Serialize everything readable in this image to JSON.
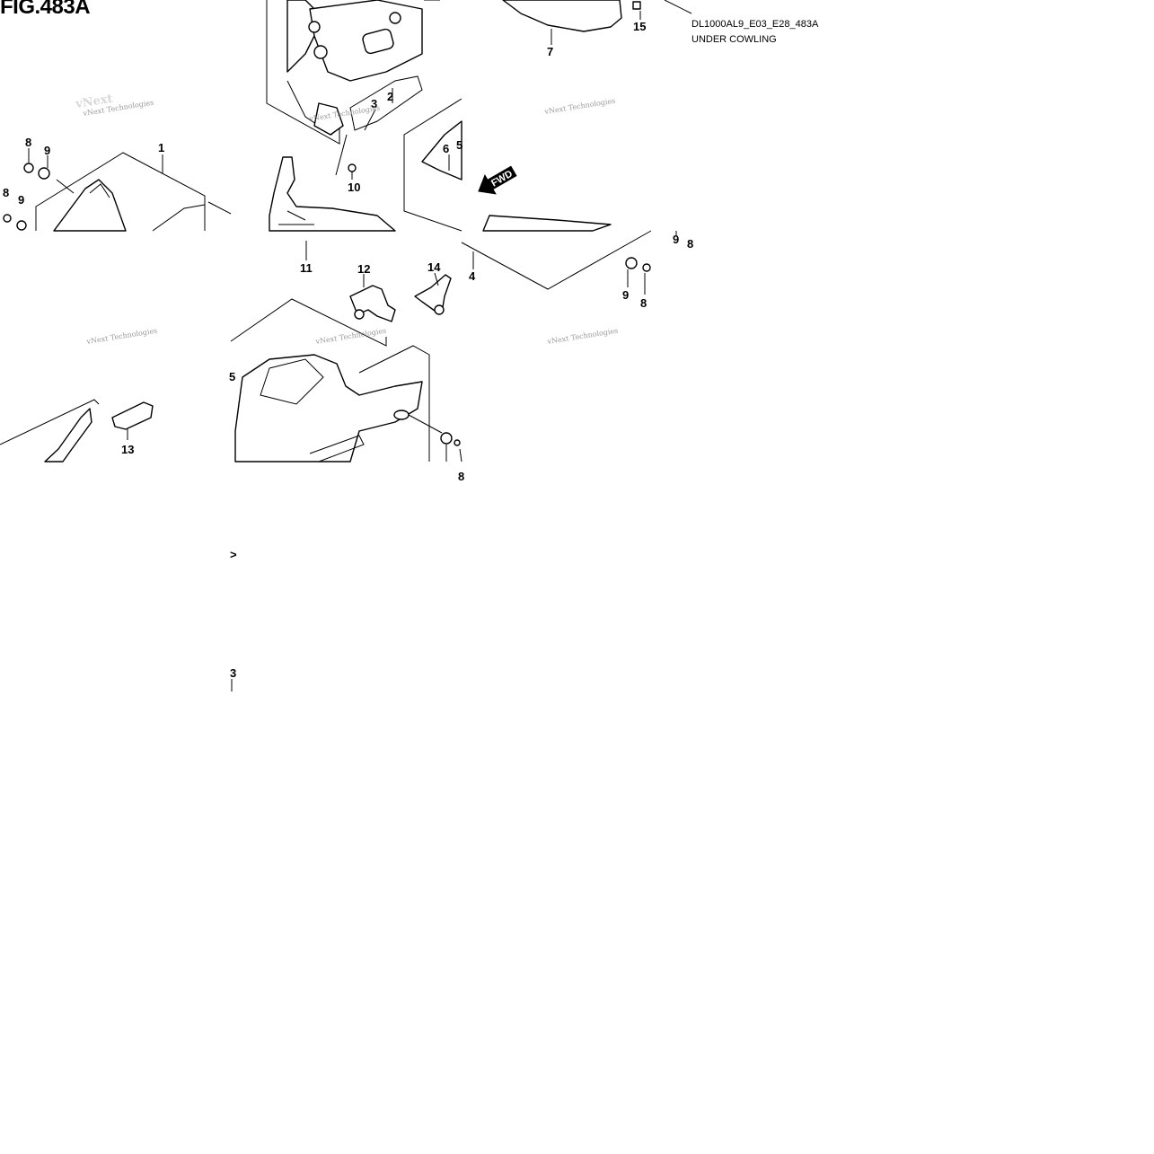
{
  "figure": {
    "title": "FIG.483A",
    "code": "DL1000AL9_E03_E28_483A",
    "section": "UNDER COWLING"
  },
  "direction_marker": "FWD",
  "watermark": "vNext Technologies",
  "callouts": [
    "1",
    "2",
    "3",
    "4",
    "5",
    "6",
    "7",
    "8",
    "9",
    "10",
    "11",
    "12",
    "13",
    "14",
    "15"
  ],
  "partial_glyphs": [
    "5",
    "8",
    ">",
    "3"
  ]
}
